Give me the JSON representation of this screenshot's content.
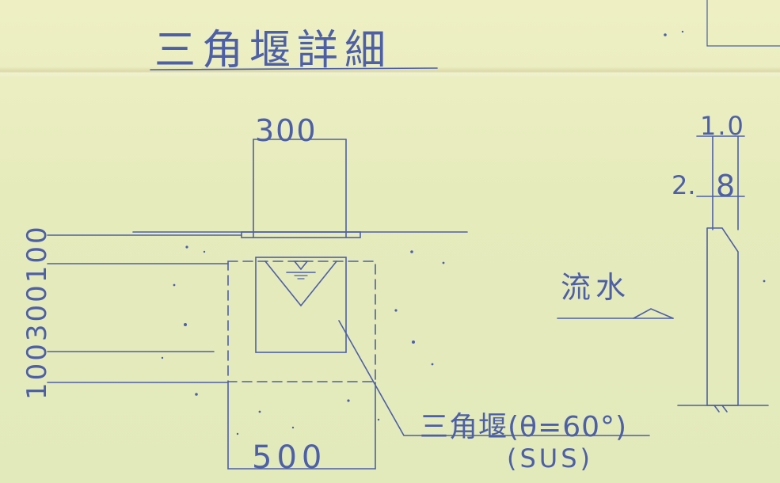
{
  "drawing": {
    "title": "三角堰詳細",
    "dim_top": "300",
    "dim_bottom": "500",
    "dim_vertical": "100300100",
    "flow_label": "流水",
    "weir_label": "三角堰(θ=60°)",
    "weir_material": "(SUS)",
    "plate_thickness_top": "1.0",
    "plate_thickness_mid_prefix": "2.",
    "plate_thickness_mid": "8"
  },
  "colors": {
    "ink": "#4d5fa6",
    "paper": "#e9edc0"
  }
}
